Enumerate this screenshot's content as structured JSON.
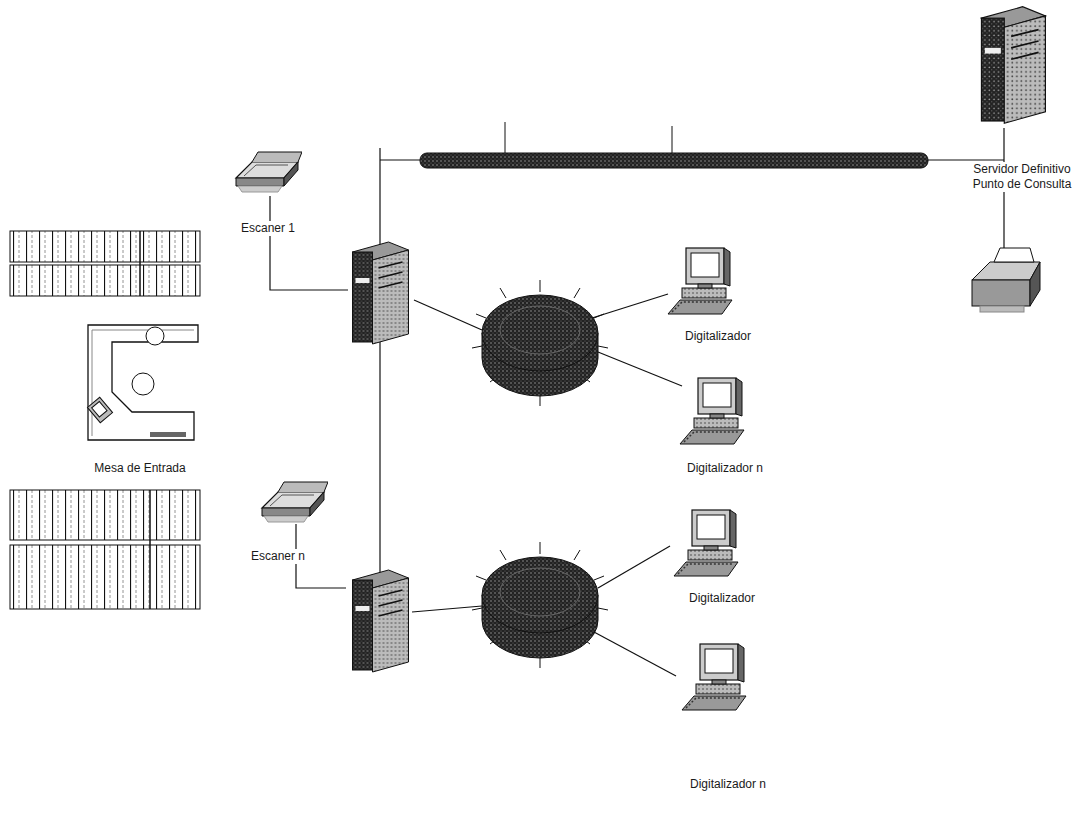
{
  "diagram": {
    "nodes": [
      {
        "text": [
          "Escaner 1"
        ]
      },
      {
        "text": [
          "Digitalizador"
        ]
      },
      {
        "text": [
          "Digitalizador n"
        ]
      },
      {
        "text": [
          "Mesa de Entrada"
        ]
      },
      {
        "text": [
          "Escaner n"
        ]
      },
      {
        "text": [
          "Digitalizador"
        ]
      },
      {
        "text": [
          "Digitalizador n"
        ]
      },
      {
        "text": [
          "Servidor Definitivo Punto de Consulta"
        ]
      }
    ]
  }
}
